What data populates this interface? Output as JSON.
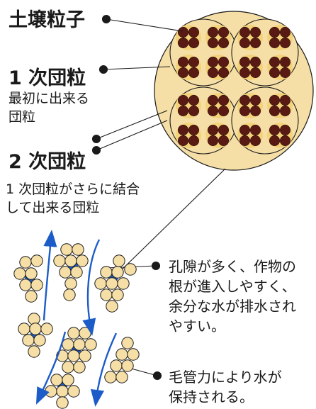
{
  "labels": {
    "soil_particle": "土壌粒子",
    "primary_aggregate": "1 次団粒",
    "primary_desc_line1": "最初に出来る",
    "primary_desc_line2": "団粒",
    "secondary_aggregate": "2 次団粒",
    "secondary_desc_line1": "1 次団粒がさらに結合",
    "secondary_desc_line2": "して出来る団粒",
    "pore_note_line1": "孔隙が多く、作物の",
    "pore_note_line2": "根が進入しやすく、",
    "pore_note_line3": "余分な水が排水され",
    "pore_note_line4": "やすい。",
    "capillary_note_line1": "毛管力により水が",
    "capillary_note_line2": "保持される。"
  },
  "colors": {
    "aggregate_fill": "#f6dfa6",
    "particle_fill": "#5a1a14",
    "particle_light": "#f3d27a",
    "water": "#1c5cc8",
    "outline": "#1a1a1a"
  }
}
